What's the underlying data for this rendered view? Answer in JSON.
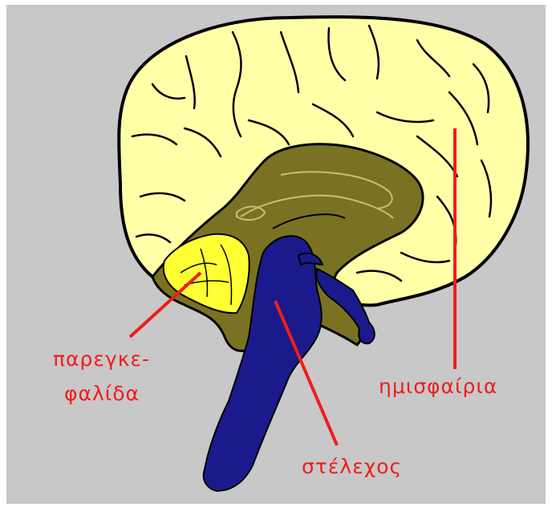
{
  "diagram": {
    "colors": {
      "background": "#c8c8c8",
      "hemisphere": "#ffffa8",
      "inner_brain": "#7a7222",
      "cerebellum": "#ffff33",
      "brainstem": "#1a1a8c",
      "outline": "#000000",
      "label": "#f01c1c"
    },
    "labels": {
      "cerebellum_line1": "παρεγκε-",
      "cerebellum_line2": "φαλίδα",
      "hemispheres": "ημισφαίρια",
      "brainstem": "στέλεχος"
    }
  }
}
